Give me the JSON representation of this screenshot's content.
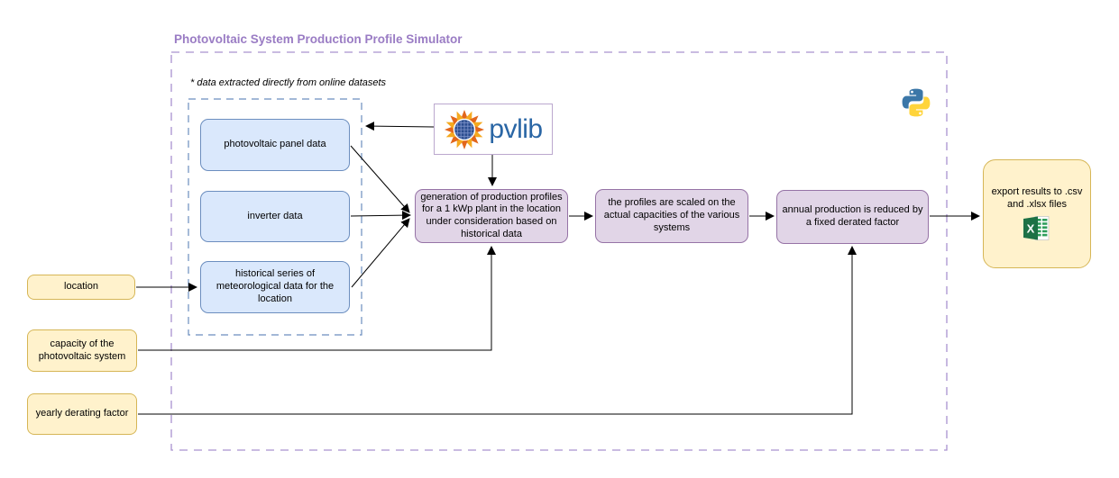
{
  "title": "Photovoltaic System Production Profile Simulator",
  "note": "* data extracted directly from online datasets",
  "inputs": {
    "location": "location",
    "capacity": "capacity of the photovoltaic system",
    "derating": "yearly derating factor"
  },
  "datasets": {
    "panel": "photovoltaic panel data",
    "inverter": "inverter data",
    "meteo": "historical series of meteorological data for the location"
  },
  "process": {
    "generate": "generation of production profiles for a 1 kWp plant in the location under consideration based on historical data",
    "scale": "the profiles are scaled on the actual capacities of the various systems",
    "derate": "annual production is reduced by a fixed derated factor"
  },
  "output": {
    "export": "export results to .csv and .xlsx files"
  },
  "branding": {
    "pvlib_label": "pvlib"
  },
  "icons": {
    "pvlib_sun": "sun-solar-panel-icon",
    "python": "python-logo-icon",
    "excel": "excel-logo-icon"
  },
  "colors": {
    "title_color": "#9a7cc4",
    "outer_border": "#a992cf",
    "dataset_fill": "#dae8fc",
    "dataset_border": "#6c8ebf",
    "process_fill": "#e1d5e7",
    "process_border": "#9673a6",
    "io_fill": "#fff2cc",
    "io_border": "#d6b656",
    "pvlib_border": "#bba8ce",
    "pvlib_blue": "#2a66a5",
    "arrow": "#000000"
  }
}
